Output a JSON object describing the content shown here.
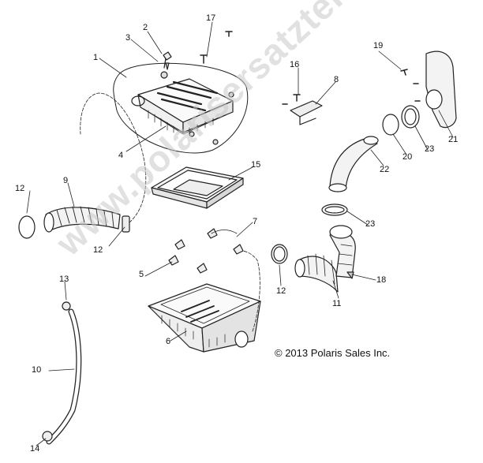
{
  "diagram": {
    "copyright": "© 2013 Polaris Sales Inc.",
    "watermark": "www.polarisersatzteile.de",
    "callouts": [
      "1",
      "2",
      "3",
      "4",
      "5",
      "6",
      "7",
      "8",
      "9",
      "10",
      "11",
      "12",
      "12",
      "12",
      "13",
      "14",
      "15",
      "16",
      "17",
      "18",
      "19",
      "20",
      "21",
      "22",
      "23",
      "23"
    ],
    "colors": {
      "line": "#222222",
      "watermark": "#c9c9c9",
      "background": "#ffffff"
    }
  }
}
